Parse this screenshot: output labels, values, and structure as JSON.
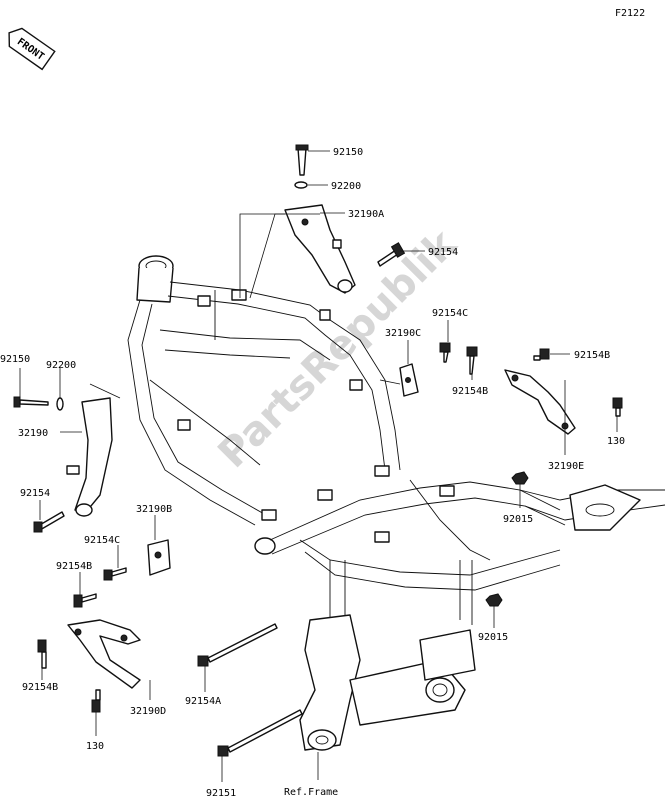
{
  "diagram_code": "F2122",
  "front_label": "FRONT",
  "watermark": "PartsRepublik",
  "callouts": {
    "c92150_top": "92150",
    "c92200_top": "92200",
    "c32190A": "32190A",
    "c92154_top": "92154",
    "c92154C_right": "92154C",
    "c32190C": "32190C",
    "c92154B_right_a": "92154B",
    "c92154B_right_b": "92154B",
    "c130_right": "130",
    "c32190E": "32190E",
    "c92015_a": "92015",
    "c92015_b": "92015",
    "c92150_left": "92150",
    "c92200_left": "92200",
    "c32190": "32190",
    "c92154_left": "92154",
    "c32190B": "32190B",
    "c92154C_left": "92154C",
    "c92154B_left_a": "92154B",
    "c92154B_left_b": "92154B",
    "c32190D": "32190D",
    "c92154A": "92154A",
    "c130_left": "130",
    "c92151": "92151",
    "ref_frame": "Ref.Frame"
  }
}
